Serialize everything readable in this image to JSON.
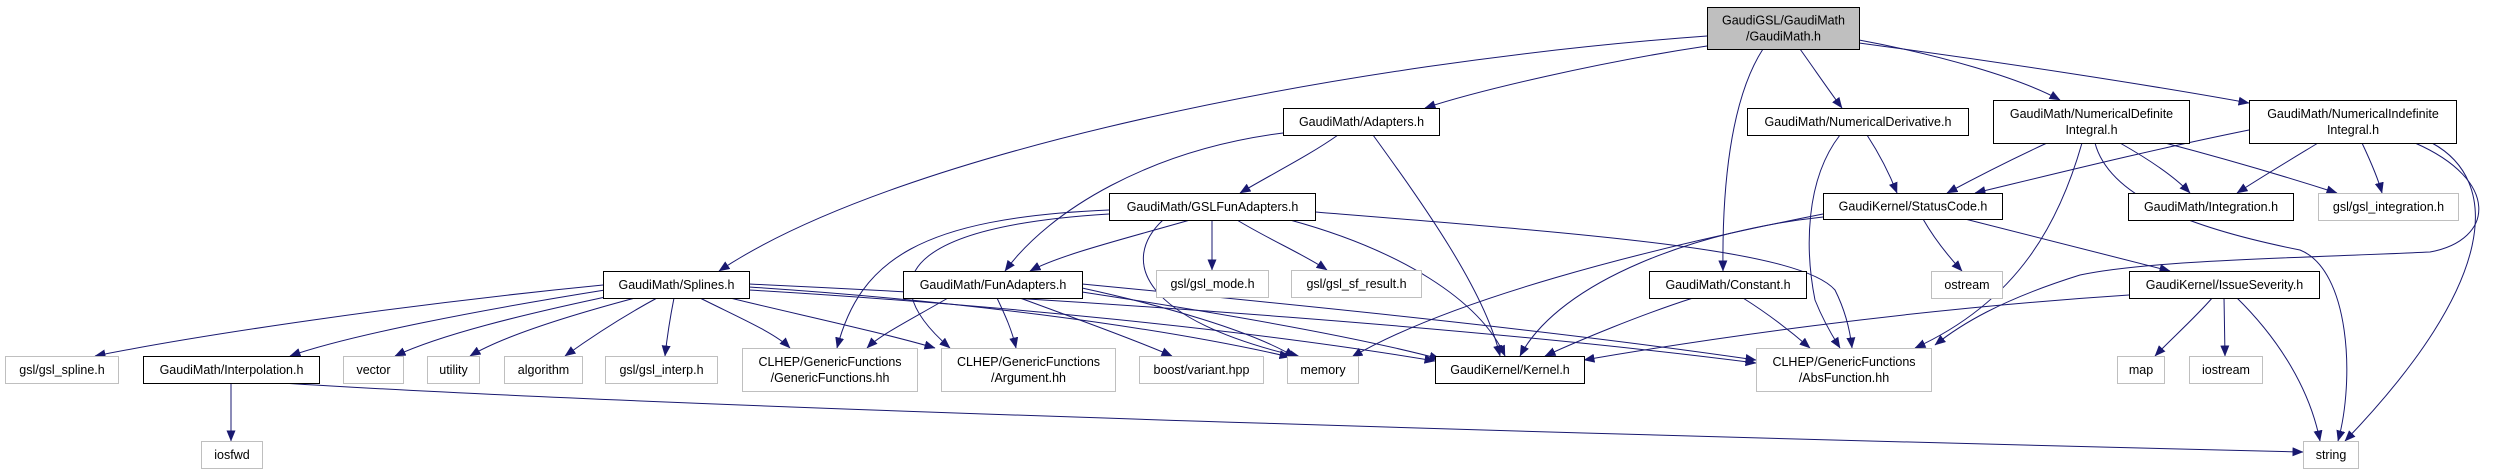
{
  "colors": {
    "edge": "#191970",
    "root_fill": "#bfbfbf",
    "node_fill": "#ffffff",
    "documented_border": "#000000",
    "external_border": "#bfbfbf"
  },
  "nodes": [
    {
      "id": "root",
      "lines": [
        "GaudiGSL/GaudiMath",
        "/GaudiMath.h"
      ],
      "kind": "root"
    },
    {
      "id": "adapters",
      "lines": [
        "GaudiMath/Adapters.h"
      ],
      "kind": "documented"
    },
    {
      "id": "numderiv",
      "lines": [
        "GaudiMath/NumericalDerivative.h"
      ],
      "kind": "documented"
    },
    {
      "id": "numdef",
      "lines": [
        "GaudiMath/NumericalDefinite",
        "Integral.h"
      ],
      "kind": "documented"
    },
    {
      "id": "numindef",
      "lines": [
        "GaudiMath/NumericalIndefinite",
        "Integral.h"
      ],
      "kind": "documented"
    },
    {
      "id": "gslfun",
      "lines": [
        "GaudiMath/GSLFunAdapters.h"
      ],
      "kind": "documented"
    },
    {
      "id": "statuscode",
      "lines": [
        "GaudiKernel/StatusCode.h"
      ],
      "kind": "documented"
    },
    {
      "id": "integration",
      "lines": [
        "GaudiMath/Integration.h"
      ],
      "kind": "documented"
    },
    {
      "id": "gslintegration",
      "lines": [
        "gsl/gsl_integration.h"
      ],
      "kind": "external"
    },
    {
      "id": "splines",
      "lines": [
        "GaudiMath/Splines.h"
      ],
      "kind": "documented"
    },
    {
      "id": "funadapters",
      "lines": [
        "GaudiMath/FunAdapters.h"
      ],
      "kind": "documented"
    },
    {
      "id": "gslmode",
      "lines": [
        "gsl/gsl_mode.h"
      ],
      "kind": "external"
    },
    {
      "id": "gslsfresult",
      "lines": [
        "gsl/gsl_sf_result.h"
      ],
      "kind": "external"
    },
    {
      "id": "constant",
      "lines": [
        "GaudiMath/Constant.h"
      ],
      "kind": "documented"
    },
    {
      "id": "ostream",
      "lines": [
        "ostream"
      ],
      "kind": "external"
    },
    {
      "id": "issueseverity",
      "lines": [
        "GaudiKernel/IssueSeverity.h"
      ],
      "kind": "documented"
    },
    {
      "id": "gslspline",
      "lines": [
        "gsl/gsl_spline.h"
      ],
      "kind": "external"
    },
    {
      "id": "interpolation",
      "lines": [
        "GaudiMath/Interpolation.h"
      ],
      "kind": "documented"
    },
    {
      "id": "vector",
      "lines": [
        "vector"
      ],
      "kind": "external"
    },
    {
      "id": "utility",
      "lines": [
        "utility"
      ],
      "kind": "external"
    },
    {
      "id": "algorithm",
      "lines": [
        "algorithm"
      ],
      "kind": "external"
    },
    {
      "id": "gslinterp",
      "lines": [
        "gsl/gsl_interp.h"
      ],
      "kind": "external"
    },
    {
      "id": "genericfunctions",
      "lines": [
        "CLHEP/GenericFunctions",
        "/GenericFunctions.hh"
      ],
      "kind": "external"
    },
    {
      "id": "argument",
      "lines": [
        "CLHEP/GenericFunctions",
        "/Argument.hh"
      ],
      "kind": "external"
    },
    {
      "id": "boostvariant",
      "lines": [
        "boost/variant.hpp"
      ],
      "kind": "external"
    },
    {
      "id": "memory",
      "lines": [
        "memory"
      ],
      "kind": "external"
    },
    {
      "id": "kernel",
      "lines": [
        "GaudiKernel/Kernel.h"
      ],
      "kind": "documented"
    },
    {
      "id": "absfunction",
      "lines": [
        "CLHEP/GenericFunctions",
        "/AbsFunction.hh"
      ],
      "kind": "external"
    },
    {
      "id": "map",
      "lines": [
        "map"
      ],
      "kind": "external"
    },
    {
      "id": "iostream",
      "lines": [
        "iostream"
      ],
      "kind": "external"
    },
    {
      "id": "iosfwd",
      "lines": [
        "iosfwd"
      ],
      "kind": "external"
    },
    {
      "id": "string",
      "lines": [
        "string"
      ],
      "kind": "external"
    }
  ],
  "edges": [
    {
      "from": "root",
      "to": "splines"
    },
    {
      "from": "root",
      "to": "adapters"
    },
    {
      "from": "root",
      "to": "numderiv"
    },
    {
      "from": "root",
      "to": "numdef"
    },
    {
      "from": "root",
      "to": "numindef"
    },
    {
      "from": "root",
      "to": "constant"
    },
    {
      "from": "adapters",
      "to": "gslfun"
    },
    {
      "from": "adapters",
      "to": "funadapters"
    },
    {
      "from": "adapters",
      "to": "kernel"
    },
    {
      "from": "gslfun",
      "to": "funadapters"
    },
    {
      "from": "gslfun",
      "to": "gslmode"
    },
    {
      "from": "gslfun",
      "to": "gslsfresult"
    },
    {
      "from": "gslfun",
      "to": "kernel"
    },
    {
      "from": "gslfun",
      "to": "absfunction"
    },
    {
      "from": "gslfun",
      "to": "genericfunctions"
    },
    {
      "from": "gslfun",
      "to": "argument"
    },
    {
      "from": "gslfun",
      "to": "memory"
    },
    {
      "from": "funadapters",
      "to": "genericfunctions"
    },
    {
      "from": "funadapters",
      "to": "argument"
    },
    {
      "from": "funadapters",
      "to": "boostvariant"
    },
    {
      "from": "funadapters",
      "to": "memory"
    },
    {
      "from": "funadapters",
      "to": "kernel"
    },
    {
      "from": "funadapters",
      "to": "absfunction"
    },
    {
      "from": "splines",
      "to": "gslspline"
    },
    {
      "from": "splines",
      "to": "interpolation"
    },
    {
      "from": "splines",
      "to": "vector"
    },
    {
      "from": "splines",
      "to": "utility"
    },
    {
      "from": "splines",
      "to": "algorithm"
    },
    {
      "from": "splines",
      "to": "gslinterp"
    },
    {
      "from": "splines",
      "to": "genericfunctions"
    },
    {
      "from": "splines",
      "to": "argument"
    },
    {
      "from": "splines",
      "to": "memory"
    },
    {
      "from": "splines",
      "to": "kernel"
    },
    {
      "from": "splines",
      "to": "absfunction"
    },
    {
      "from": "interpolation",
      "to": "iosfwd"
    },
    {
      "from": "interpolation",
      "to": "string"
    },
    {
      "from": "numderiv",
      "to": "statuscode"
    },
    {
      "from": "numderiv",
      "to": "absfunction"
    },
    {
      "from": "numdef",
      "to": "statuscode"
    },
    {
      "from": "numdef",
      "to": "integration"
    },
    {
      "from": "numdef",
      "to": "gslintegration"
    },
    {
      "from": "numdef",
      "to": "absfunction"
    },
    {
      "from": "numdef",
      "to": "string"
    },
    {
      "from": "numindef",
      "to": "statuscode"
    },
    {
      "from": "numindef",
      "to": "integration"
    },
    {
      "from": "numindef",
      "to": "gslintegration"
    },
    {
      "from": "numindef",
      "to": "absfunction"
    },
    {
      "from": "numindef",
      "to": "string"
    },
    {
      "from": "statuscode",
      "to": "ostream"
    },
    {
      "from": "statuscode",
      "to": "issueseverity"
    },
    {
      "from": "statuscode",
      "to": "kernel"
    },
    {
      "from": "statuscode",
      "to": "memory"
    },
    {
      "from": "issueseverity",
      "to": "map"
    },
    {
      "from": "issueseverity",
      "to": "iostream"
    },
    {
      "from": "issueseverity",
      "to": "string"
    },
    {
      "from": "issueseverity",
      "to": "kernel"
    },
    {
      "from": "constant",
      "to": "kernel"
    },
    {
      "from": "constant",
      "to": "absfunction"
    }
  ]
}
